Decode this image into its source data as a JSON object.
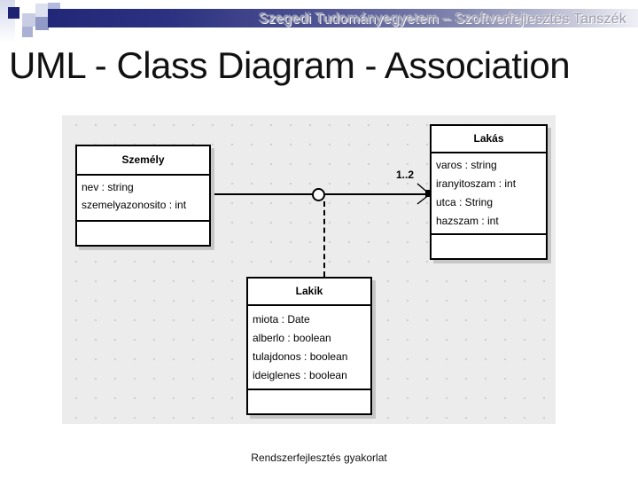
{
  "slide": {
    "header": "Szegedi Tudományegyetem – Szoftverfejlesztés Tanszék",
    "title": "UML - Class Diagram - Association",
    "footer": "Rendszerfejlesztés gyakorlat"
  },
  "diagram": {
    "classes": [
      {
        "name": "Személy",
        "attributes": [
          "nev : string",
          "szemelyazonosito : int"
        ]
      },
      {
        "name": "Lakás",
        "attributes": [
          "varos : string",
          "iranyitoszam : int",
          "utca : String",
          "hazszam : int"
        ]
      },
      {
        "name": "Lakik",
        "attributes": [
          "miota : Date",
          "alberlo : boolean",
          "tulajdonos : boolean",
          "ideiglenes : boolean"
        ]
      }
    ],
    "association": {
      "from": "Személy",
      "to": "Lakás",
      "multiplicity": "1..2",
      "association_class": "Lakik"
    }
  },
  "colors": {
    "accent_navy": "#1d2273",
    "panel_background": "#ececec",
    "grid_dot": "#cfcfcf",
    "box_shadow": "#c6c6c6",
    "header_text": "#9b9ca9"
  }
}
